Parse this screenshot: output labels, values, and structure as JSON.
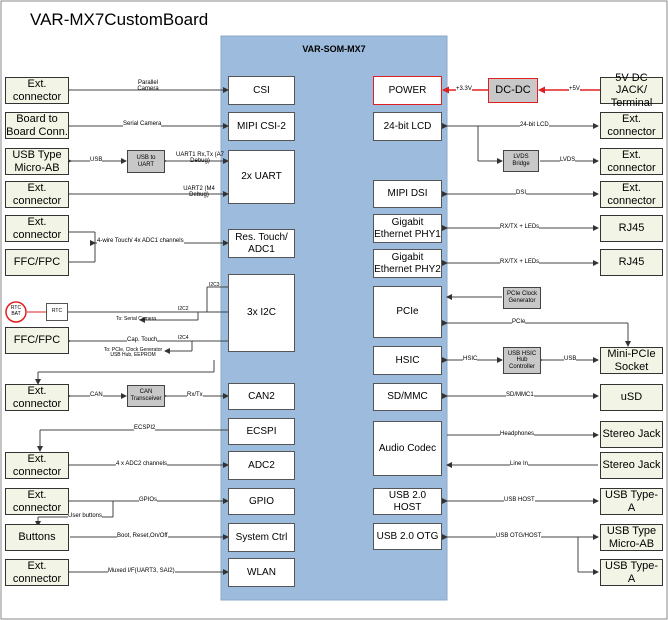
{
  "title": "VAR-MX7CustomBoard",
  "som_label": "VAR-SOM-MX7",
  "som_blocks": {
    "csi": "CSI",
    "mipi_csi2": "MIPI CSI-2",
    "uart": "2x UART",
    "res_touch_adc": "Res. Touch/ ADC1",
    "i2c": "3x I2C",
    "can2": "CAN2",
    "ecspi": "ECSPI",
    "adc2": "ADC2",
    "gpio": "GPIO",
    "system_ctrl": "System Ctrl",
    "wlan": "WLAN",
    "power": "POWER",
    "lcd": "24-bit LCD",
    "mipi_dsi": "MIPI DSI",
    "eth_phy1": "Gigabit Ethernet PHY1",
    "eth_phy2": "Gigabit Ethernet PHY2",
    "pcie": "PCIe",
    "hsic": "HSIC",
    "sdmmc": "SD/MMC",
    "audio_codec": "Audio Codec",
    "usb_host": "USB 2.0 HOST",
    "usb_otg": "USB 2.0 OTG"
  },
  "left_blocks": {
    "ext_connector_1": "Ext. connector",
    "board_to_board": "Board to Board Conn.",
    "usb_micro_ab": "USB Type Micro-AB",
    "ext_connector_2": "Ext. connector",
    "ext_connector_3": "Ext. connector",
    "ffc_fpc_1": "FFC/FPC",
    "ffc_fpc_2": "FFC/FPC",
    "ext_connector_4": "Ext. connector",
    "ext_connector_5": "Ext. connector",
    "ext_connector_6": "Ext. connector",
    "buttons": "Buttons",
    "ext_connector_7": "Ext. connector"
  },
  "right_blocks": {
    "dc_jack": "5V DC JACK/ Terminal",
    "ext_connector_lcd": "Ext. connector",
    "ext_connector_lvds": "Ext. connector",
    "ext_connector_dsi": "Ext. connector",
    "rj45_1": "RJ45",
    "rj45_2": "RJ45",
    "mini_pcie": "Mini-PCIe Socket",
    "usd": "uSD",
    "stereo_jack_1": "Stereo Jack",
    "stereo_jack_2": "Stereo Jack",
    "usb_type_a_1": "USB Type- A",
    "usb_micro_ab_otg": "USB Type Micro-AB",
    "usb_type_a_2": "USB Type- A"
  },
  "components": {
    "usb_to_uart": "USB to UART",
    "rtc_bat": "RTC BAT",
    "rtc": "RTC",
    "can_transceiver": "CAN Transceiver",
    "dc_dc": "DC-DC",
    "lvds_bridge": "LVDS Bridge",
    "pcie_clock_gen": "PCIe Clock Generator",
    "usb_hsic_hub": "USB HSIC Hub Controller"
  },
  "signals": {
    "parallel_camera": "Parallel Camera",
    "serial_camera": "Serial Camera",
    "usb": "USB",
    "uart1": "UART1 Rx,Tx (A7 Debug)",
    "uart2": "UART2 (M4 Debug)",
    "touch_adc1": "4-wire Touch/ 4x ADC1 channels",
    "i2c3": "I2C3",
    "i2c2": "I2C2",
    "i2c4": "I2C4",
    "to_serial_camera": "To: Serial Camera",
    "cap_touch": "Cap. Touch",
    "to_pcie_clock": "To: PCIe, Clock Generator USB Hub, EEPROM",
    "can": "CAN",
    "rx_tx": "Rx/Tx",
    "ecspi2": "ECSPI2",
    "adc2_channels": "4 x ADC2 channels",
    "gpios": "GPIOs",
    "user_buttons": "User buttons",
    "boot_reset": "Boot, Reset,On/Off",
    "muxed_if": "Muxed I/F(UART3, SAI2)",
    "v33": "+3.3V",
    "v5": "+5V",
    "lcd24": "24-bit LCD",
    "lvds": "LVDS",
    "dsi": "DSI",
    "rxtx_leds_1": "RX/TX + LEDs",
    "rxtx_leds_2": "RX/TX + LEDs",
    "pcie": "PCIe",
    "hsic": "HSIC",
    "usb_hub": "USB",
    "sdmmc1": "SD/MMC1",
    "headphones": "Headphones",
    "line_in": "Line In",
    "usb_host": "USB HOST",
    "usb_otg_host": "USB OTG/HOST"
  }
}
